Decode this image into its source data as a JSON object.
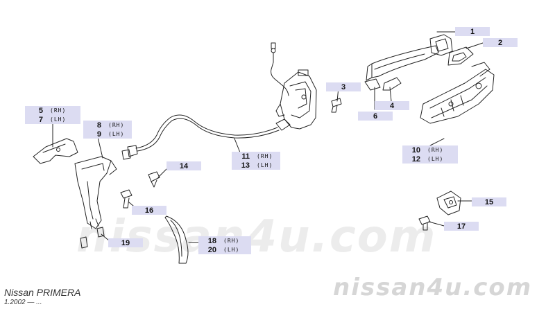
{
  "watermarks": {
    "center": "nissan4u.com",
    "corner": "nissan4u.com"
  },
  "caption": {
    "model": "Nissan PRIMERA",
    "date": "1.2002 — ..."
  },
  "callouts": {
    "c1": "1",
    "c2": "2",
    "c3": "3",
    "c4": "4",
    "c5": "5",
    "c6": "6",
    "c7": "7",
    "c8": "8",
    "c9": "9",
    "c10": "10",
    "c11": "11",
    "c12": "12",
    "c13": "13",
    "c14": "14",
    "c15": "15",
    "c16": "16",
    "c17": "17",
    "c18": "18",
    "c19": "19",
    "c20": "20"
  },
  "sides": {
    "rh": "(RH)",
    "lh": "(LH)"
  },
  "colors": {
    "label_bg": "#dcdcf2",
    "line": "#222222",
    "watermark": "#e6e6e6"
  }
}
